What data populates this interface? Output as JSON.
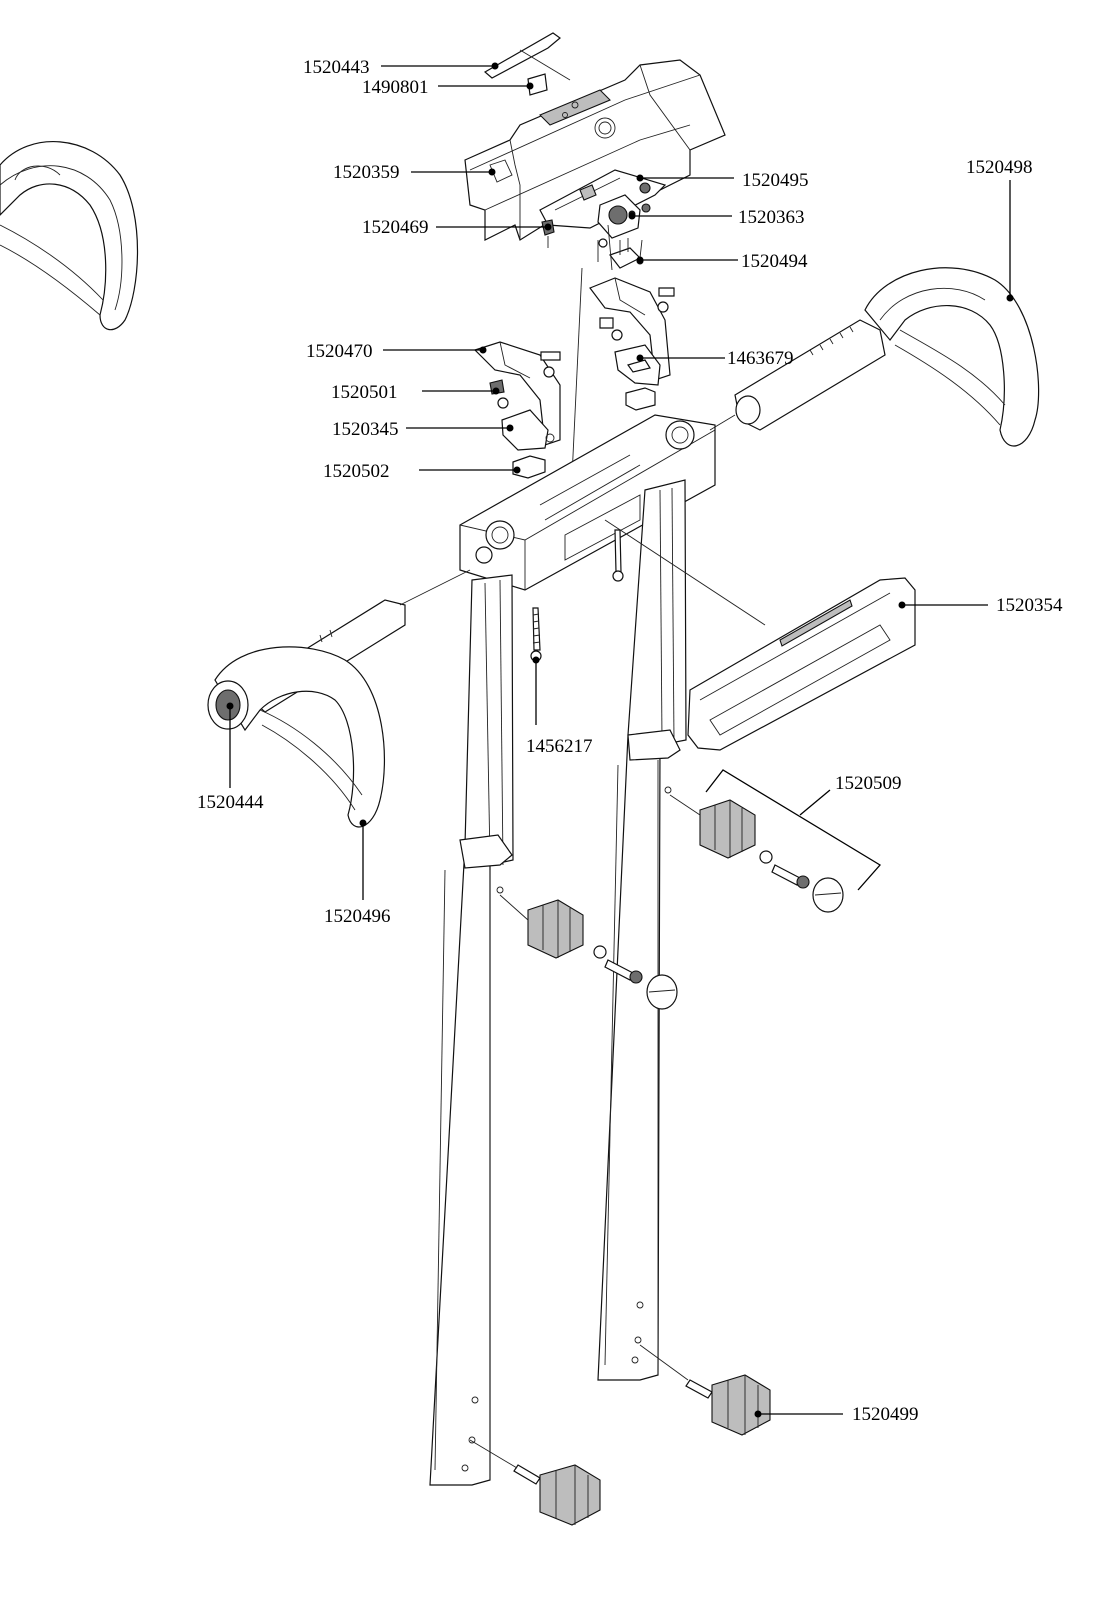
{
  "part_labels": {
    "p1520443": "1520443",
    "p1490801": "1490801",
    "p1520359": "1520359",
    "p1520495": "1520495",
    "p1520363": "1520363",
    "p1520469": "1520469",
    "p1520494": "1520494",
    "p1520498": "1520498",
    "p1520470": "1520470",
    "p1463679": "1463679",
    "p1520501": "1520501",
    "p1520345": "1520345",
    "p1520502": "1520502",
    "p1520354": "1520354",
    "p1456217": "1456217",
    "p1520509": "1520509",
    "p1520444": "1520444",
    "p1520496": "1520496",
    "p1520499": "1520499"
  }
}
